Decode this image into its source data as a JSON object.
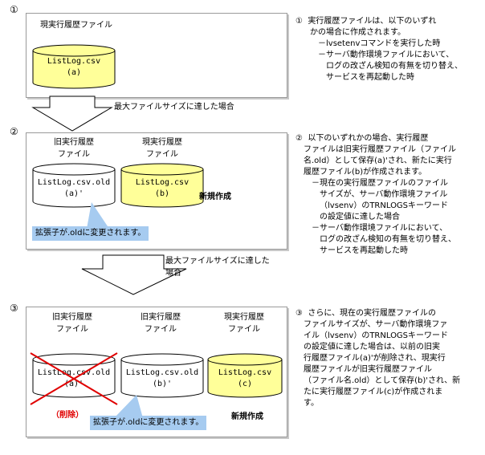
{
  "colors": {
    "yellow_fill": "#ffff99",
    "callout_blue": "#a6cbf0",
    "cross_red": "#e00000"
  },
  "step1": {
    "num": "①",
    "panel_title": "現実行履歴ファイル",
    "cyl_a": {
      "name": "ListLog.csv",
      "tag": "(a)"
    },
    "desc": {
      "num": "①",
      "lines": [
        "実行履歴ファイルは、以下のいずれ",
        "かの場合に作成されます。"
      ],
      "bullets": [
        [
          "－lvsetenvコマンドを実行した時"
        ],
        [
          "－サーバ動作環境ファイルにおいて、",
          "ログの改ざん検知の有無を切り替え、",
          "サービスを再起動した時"
        ]
      ]
    }
  },
  "arrow1_label": "最大ファイルサイズに達した場合",
  "step2": {
    "num": "②",
    "old_title": [
      "旧実行履歴",
      "ファイル"
    ],
    "cur_title": [
      "現実行履歴",
      "ファイル"
    ],
    "cyl_old": {
      "name": "ListLog.csv.old",
      "tag": "(a)'"
    },
    "cyl_new": {
      "name": "ListLog.csv",
      "tag": "(b)"
    },
    "new_label": "新規作成",
    "callout": "拡張子が.oldに変更されます。",
    "desc": {
      "num": "②",
      "lines": [
        "以下のいずれかの場合、実行履歴",
        "ファイルは旧実行履歴ファイル（ファイル",
        "名.old）として保存(a)'され、新たに実行",
        "履歴ファイル(b)が作成されます。"
      ],
      "bullets": [
        [
          "－現在の実行履歴ファイルのファイル",
          "サイズが、サーバ動作環境ファイル",
          "（lvsenv）のTRNLOGSキーワード",
          "の設定値に達した場合"
        ],
        [
          "－サーバ動作環境ファイルにおいて、",
          "ログの改ざん検知の有無を切り替え、",
          "サービスを再起動した時"
        ]
      ]
    }
  },
  "arrow2_label": [
    "最大ファイルサイズに達した",
    "場合"
  ],
  "step3": {
    "num": "③",
    "title1": [
      "旧実行履歴",
      "ファイル"
    ],
    "title2": [
      "旧実行履歴",
      "ファイル"
    ],
    "title3": [
      "現実行履歴",
      "ファイル"
    ],
    "cyl_del": {
      "name": "ListLog.csv.old",
      "tag": "(a)'"
    },
    "deleted_label": "（削除）",
    "cyl_old": {
      "name": "ListLog.csv.old",
      "tag": "(b)'"
    },
    "cyl_new": {
      "name": "ListLog.csv",
      "tag": "(c)"
    },
    "new_label": "新規作成",
    "callout": "拡張子が.oldに変更されます。",
    "desc": {
      "num": "③",
      "lines": [
        "さらに、現在の実行履歴ファイルの",
        "ファイルサイズが、サーバ動作環境ファ",
        "イル（lvsenv）のTRNLOGSキーワード",
        "の設定値に達した場合は、以前の旧実",
        "行履歴ファイル(a)'が削除され、現実行",
        "履歴ファイルが旧実行履歴ファイル",
        "（ファイル名.old）として保存(b)'され、新",
        "たに実行履歴ファイル(c)が作成されま",
        "す。"
      ]
    }
  }
}
